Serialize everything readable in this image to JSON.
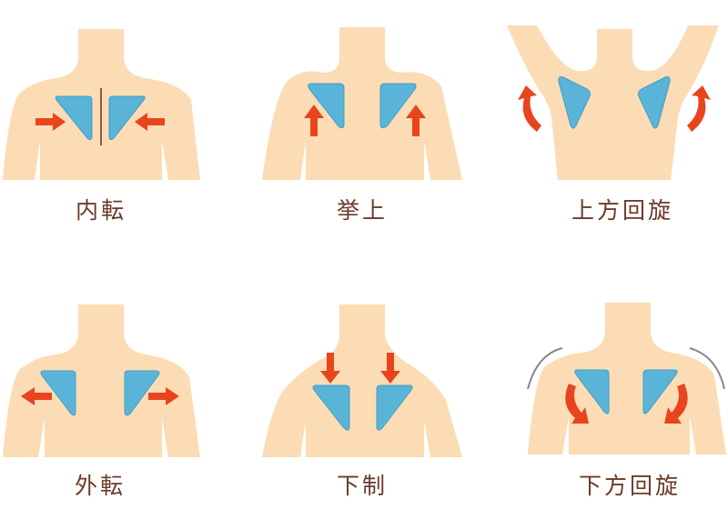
{
  "colors": {
    "skin": "#fcdcb5",
    "scapula": "#5ab4d8",
    "scapula_stroke": "#3f9fc6",
    "arrow": "#e8451e",
    "spine": "#8b5a3c",
    "arc": "#888888",
    "label": "#6b3a2a"
  },
  "panels": [
    {
      "id": "adduction",
      "label": "内転",
      "arrow_direction": "inward"
    },
    {
      "id": "elevation",
      "label": "挙上",
      "arrow_direction": "up"
    },
    {
      "id": "upward-rotation",
      "label": "上方回旋",
      "arrow_direction": "rotate-up"
    },
    {
      "id": "abduction",
      "label": "外転",
      "arrow_direction": "outward"
    },
    {
      "id": "depression",
      "label": "下制",
      "arrow_direction": "down"
    },
    {
      "id": "downward-rotation",
      "label": "下方回旋",
      "arrow_direction": "rotate-down"
    }
  ]
}
